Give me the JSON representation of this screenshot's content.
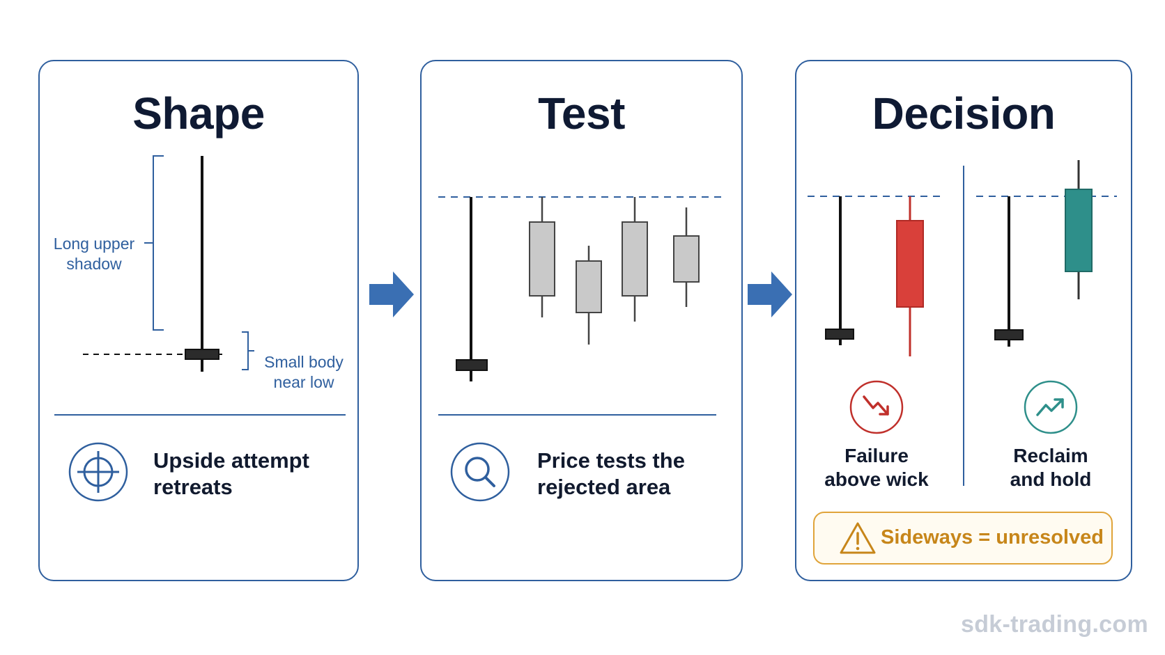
{
  "panels": {
    "shape": {
      "title": "Shape",
      "annotation_shadow": [
        "Long upper",
        "shadow"
      ],
      "annotation_body": [
        "Small body",
        "near low"
      ],
      "caption": [
        "Upside attempt",
        "retreats"
      ],
      "icon": "crosshair-icon"
    },
    "test": {
      "title": "Test",
      "caption": [
        "Price tests the",
        "rejected area"
      ],
      "icon": "magnifier-icon"
    },
    "decision": {
      "title": "Decision",
      "outcome_left": [
        "Failure",
        "above wick"
      ],
      "outcome_right": [
        "Reclaim",
        "and hold"
      ],
      "icon_left": "trend-down-icon",
      "icon_right": "trend-up-icon",
      "warning": "Sideways = unresolved",
      "warning_icon": "warning-triangle-icon"
    }
  },
  "flow_arrows": [
    "arrow-right-icon",
    "arrow-right-icon"
  ],
  "watermark": "sdk-trading.com",
  "colors": {
    "border": "#2f5f9e",
    "title": "#0f1a33",
    "candle_dark": "#2b2b2b",
    "candle_gray": "#c9c9c9",
    "bearish": "#d9403a",
    "bullish": "#2e8f8a",
    "warning": "#e0a43a",
    "arrow": "#3a6fb3"
  }
}
